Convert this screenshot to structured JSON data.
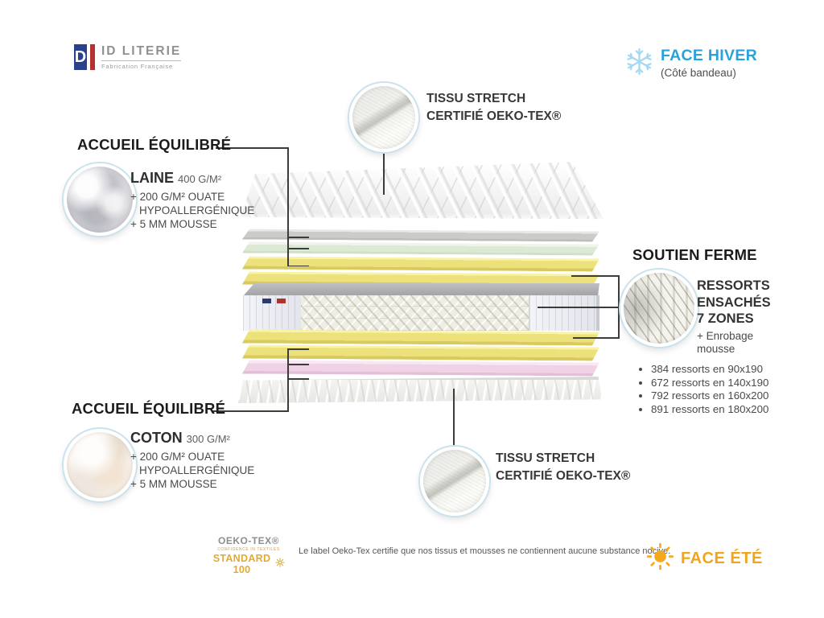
{
  "brand": {
    "name": "ID LITERIE",
    "tagline": "Fabrication Française",
    "monogram": "D"
  },
  "face_hiver": {
    "label": "FACE HIVER",
    "subtitle": "(Côté bandeau)"
  },
  "face_ete": {
    "label": "FACE ÉTÉ"
  },
  "tissu_top": {
    "line1": "TISSU STRETCH",
    "line2": "CERTIFIÉ OEKO-TEX®"
  },
  "tissu_bottom": {
    "line1": "TISSU STRETCH",
    "line2": "CERTIFIÉ OEKO-TEX®"
  },
  "accueil_top": {
    "heading": "ACCUEIL ÉQUILIBRÉ",
    "material": "LAINE",
    "weight": "400 G/M²",
    "details": [
      "+ 200 G/M² OUATE",
      "HYPOALLERGÉNIQUE",
      "+ 5 MM MOUSSE"
    ]
  },
  "accueil_bottom": {
    "heading": "ACCUEIL ÉQUILIBRÉ",
    "material": "COTON",
    "weight": "300 G/M²",
    "details": [
      "+ 200 G/M² OUATE",
      "HYPOALLERGÉNIQUE",
      "+ 5 MM MOUSSE"
    ]
  },
  "soutien": {
    "heading": "SOUTIEN FERME",
    "title_lines": [
      "RESSORTS",
      "ENSACHÉS",
      "7 ZONES"
    ],
    "subtitle_lines": [
      "+ Enrobage",
      "mousse"
    ],
    "spring_counts": [
      "384 ressorts en 90x190",
      "672 ressorts en 140x190",
      "792 ressorts en 160x200",
      "891 ressorts en 180x200"
    ]
  },
  "footer": {
    "oeko_brand": "OEKO-TEX®",
    "oeko_sub": "CONFIDENCE IN TEXTILES",
    "oeko_standard": "STANDARD 100",
    "certification_text": "Le label Oeko-Tex certifie que nos tissus et mousses ne contiennent aucune substance nocive."
  },
  "colors": {
    "accent_blue": "#29a2da",
    "accent_orange": "#efa51c",
    "layer_yellow": "#ece17b",
    "layer_green": "#dcead5",
    "layer_pink": "#f0d2e6",
    "layer_gray": "#cbcbca",
    "oeko_gold": "#e4aa30"
  }
}
